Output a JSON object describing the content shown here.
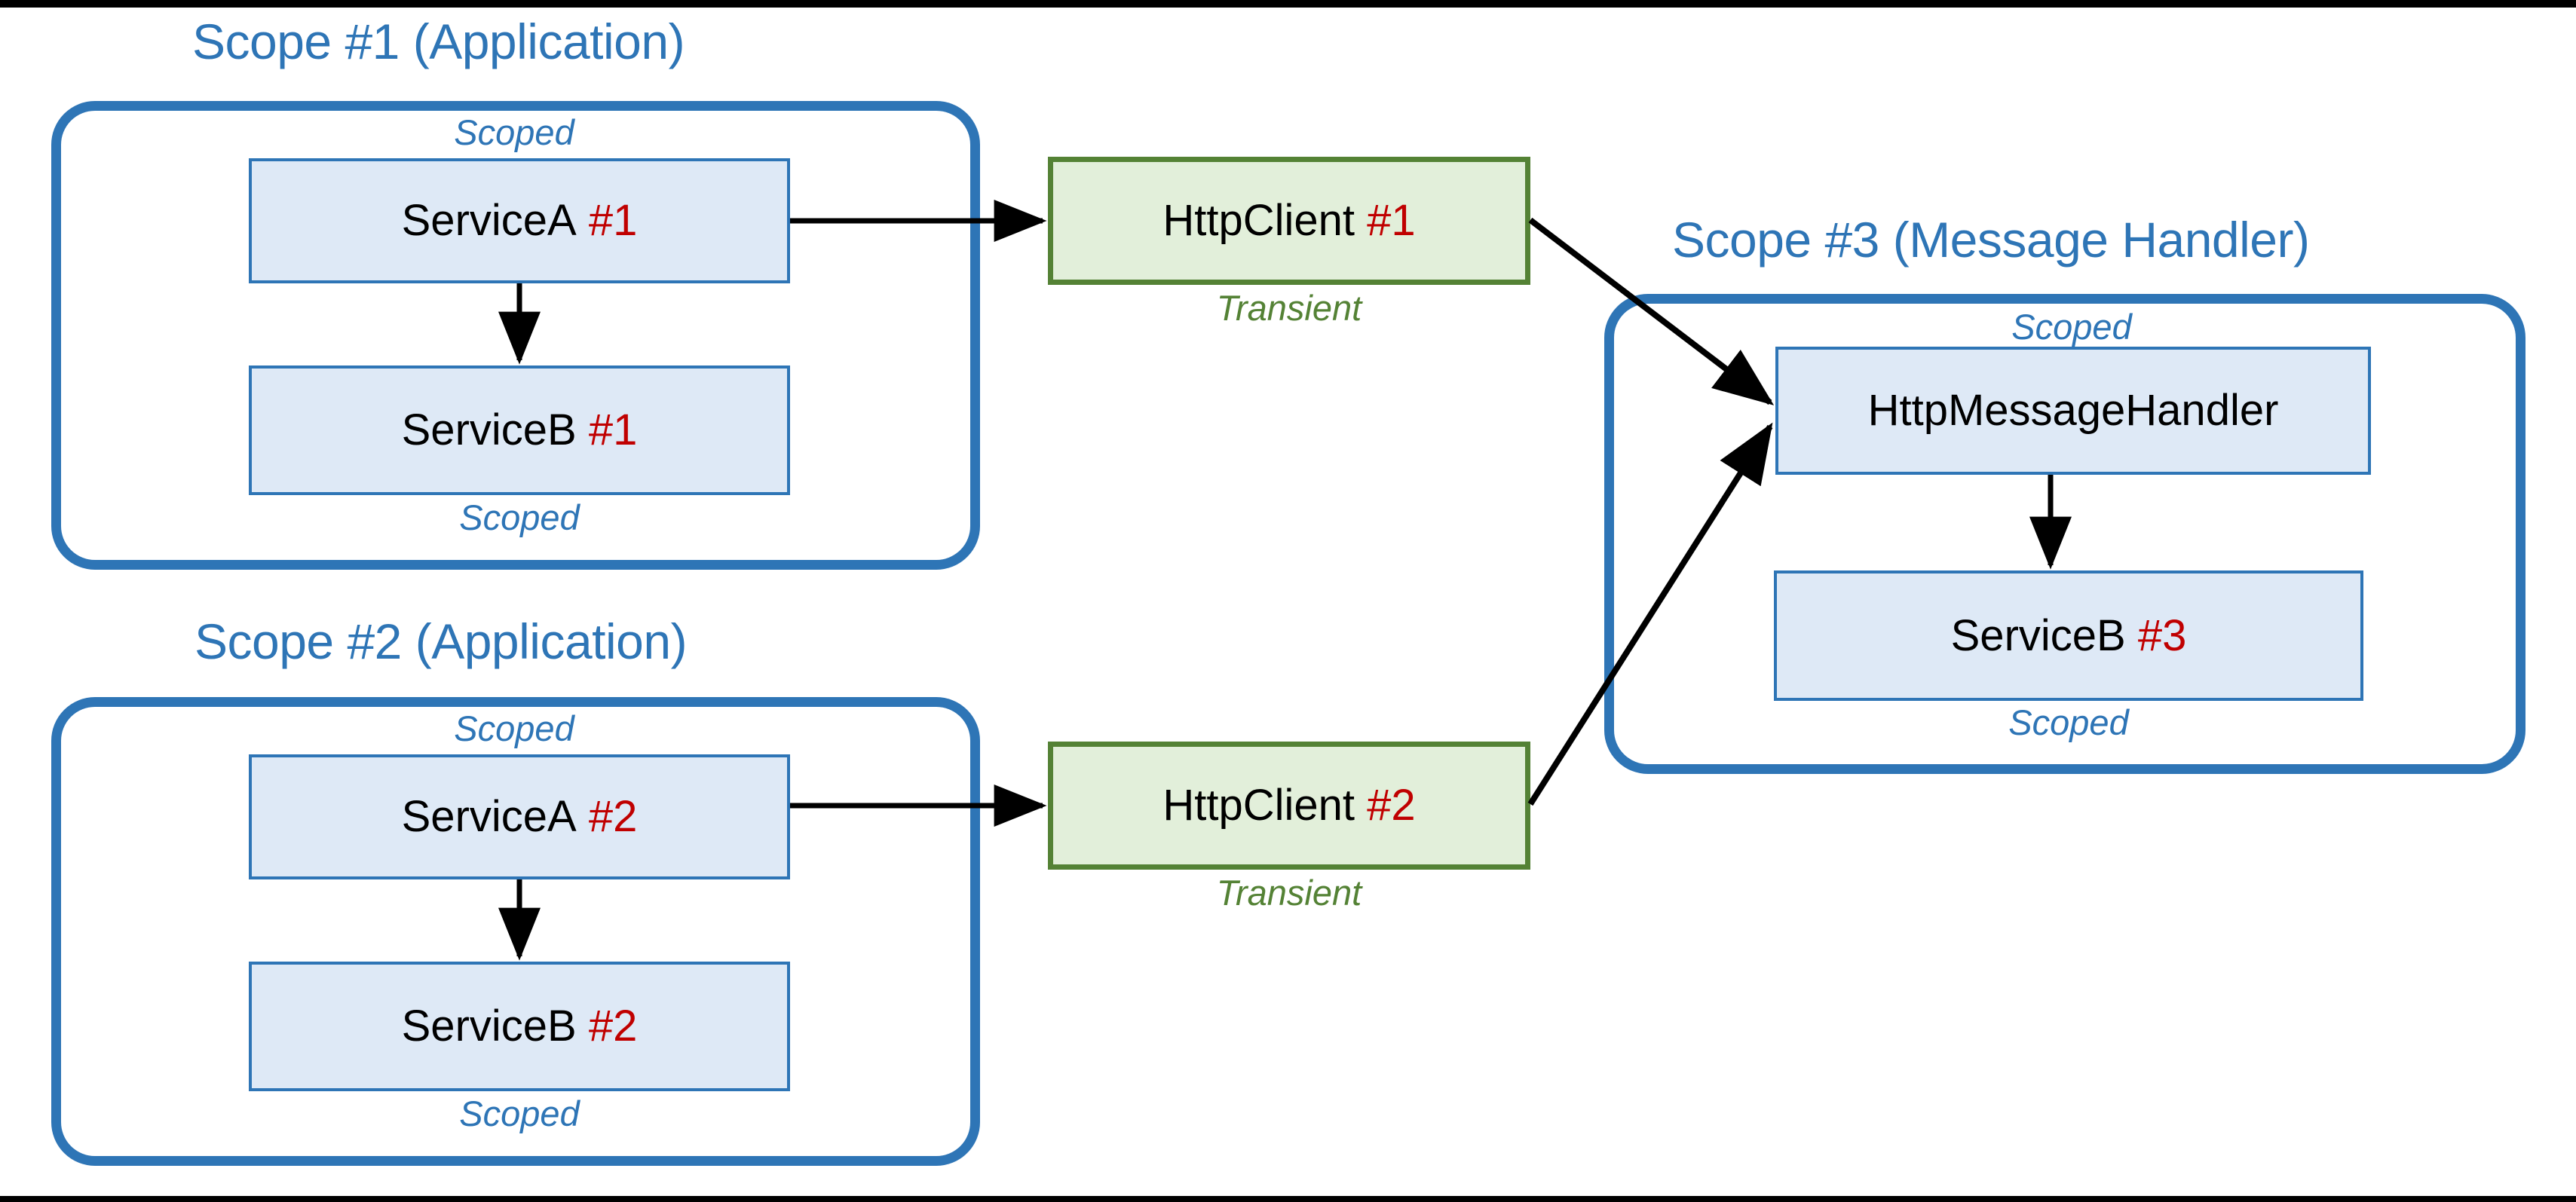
{
  "diagram": {
    "scopes": [
      {
        "id": "scope-1",
        "title": "Scope #1 (Application)",
        "nodes": [
          {
            "id": "serviceA1",
            "name": "ServiceA",
            "index": "#1",
            "lifetime": "Scoped",
            "lifetime_position": "above"
          },
          {
            "id": "serviceB1",
            "name": "ServiceB",
            "index": "#1",
            "lifetime": "Scoped",
            "lifetime_position": "below"
          }
        ]
      },
      {
        "id": "scope-2",
        "title": "Scope #2 (Application)",
        "nodes": [
          {
            "id": "serviceA2",
            "name": "ServiceA",
            "index": "#2",
            "lifetime": "Scoped",
            "lifetime_position": "above"
          },
          {
            "id": "serviceB2",
            "name": "ServiceB",
            "index": "#2",
            "lifetime": "Scoped",
            "lifetime_position": "below"
          }
        ]
      },
      {
        "id": "scope-3",
        "title": "Scope #3 (Message Handler)",
        "nodes": [
          {
            "id": "handler3",
            "name": "HttpMessageHandler",
            "index": "",
            "lifetime": "Scoped",
            "lifetime_position": "above"
          },
          {
            "id": "serviceB3",
            "name": "ServiceB",
            "index": "#3",
            "lifetime": "Scoped",
            "lifetime_position": "below"
          }
        ]
      }
    ],
    "standalone_nodes": [
      {
        "id": "httpClient1",
        "name": "HttpClient",
        "index": "#1",
        "lifetime": "Transient",
        "lifetime_position": "below"
      },
      {
        "id": "httpClient2",
        "name": "HttpClient",
        "index": "#2",
        "lifetime": "Transient",
        "lifetime_position": "below"
      }
    ],
    "edges": [
      {
        "from": "serviceA1",
        "to": "serviceB1",
        "kind": "vertical"
      },
      {
        "from": "serviceA1",
        "to": "httpClient1",
        "kind": "horizontal"
      },
      {
        "from": "httpClient1",
        "to": "handler3",
        "kind": "diagonal"
      },
      {
        "from": "serviceA2",
        "to": "serviceB2",
        "kind": "vertical"
      },
      {
        "from": "serviceA2",
        "to": "httpClient2",
        "kind": "horizontal"
      },
      {
        "from": "httpClient2",
        "to": "handler3",
        "kind": "diagonal"
      },
      {
        "from": "handler3",
        "to": "serviceB3",
        "kind": "vertical"
      }
    ],
    "colors": {
      "scope_border": "#2E75B6",
      "scope_title": "#2E75B6",
      "node_blue_fill": "#DEE9F6",
      "node_blue_border": "#2E75B6",
      "node_green_fill": "#E2EFDA",
      "node_green_border": "#548235",
      "index_text": "#C00000",
      "scoped_label": "#2E75B6",
      "transient_label": "#548235",
      "arrow": "#000000",
      "background": "#FFFFFF"
    }
  }
}
